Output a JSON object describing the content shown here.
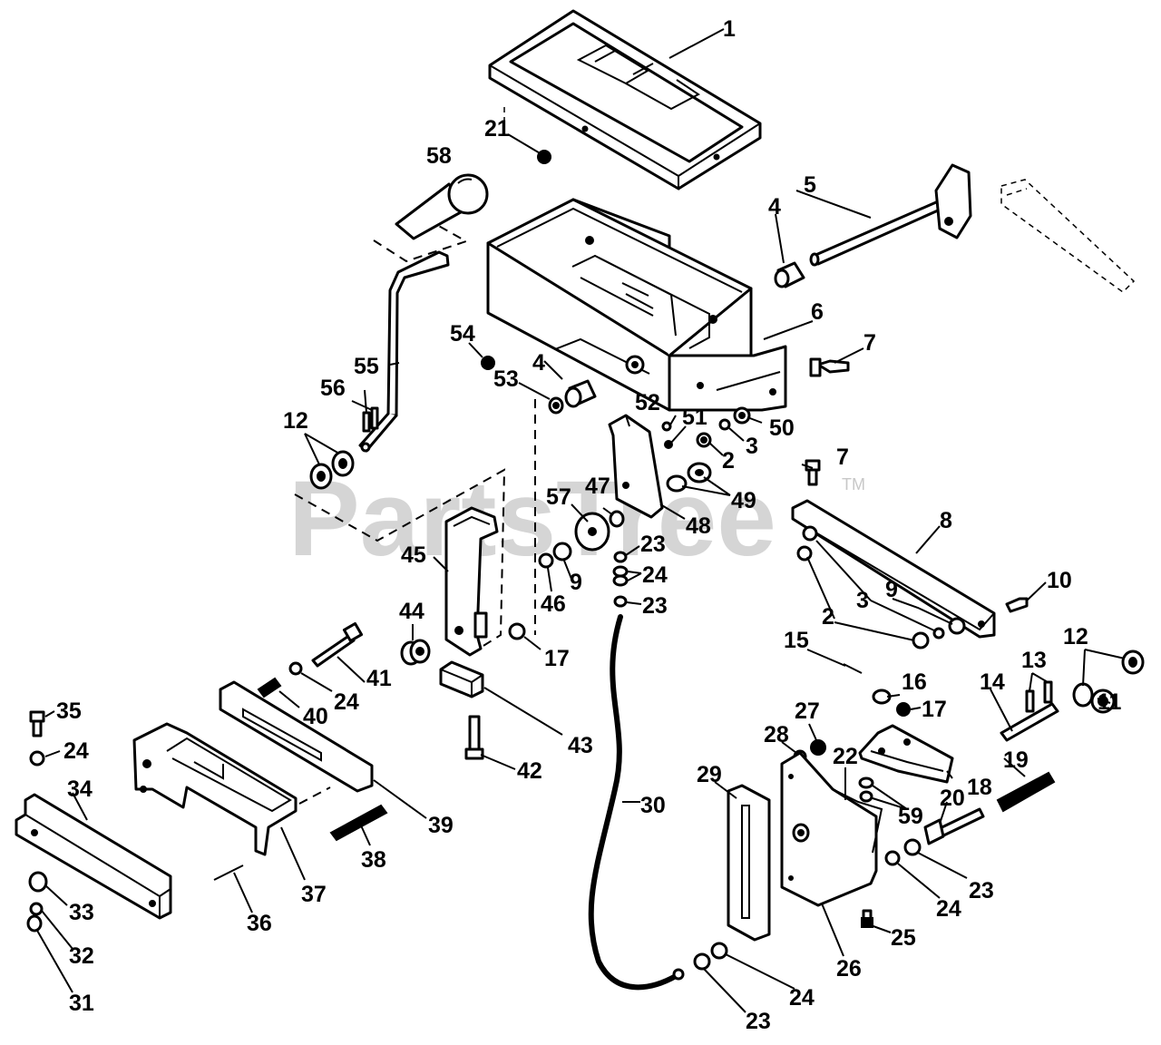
{
  "watermark": {
    "text": "PartsTree",
    "trademark": "TM"
  },
  "callouts": [
    "1",
    "2",
    "3",
    "4",
    "5",
    "6",
    "7",
    "8",
    "9",
    "10",
    "11",
    "12",
    "13",
    "14",
    "15",
    "16",
    "17",
    "18",
    "19",
    "20",
    "21",
    "22",
    "23",
    "24",
    "25",
    "26",
    "27",
    "28",
    "29",
    "30",
    "31",
    "32",
    "33",
    "34",
    "35",
    "36",
    "37",
    "38",
    "39",
    "40",
    "41",
    "42",
    "43",
    "44",
    "45",
    "46",
    "47",
    "48",
    "49",
    "50",
    "51",
    "52",
    "53",
    "54",
    "55",
    "56",
    "57",
    "58",
    "59"
  ]
}
